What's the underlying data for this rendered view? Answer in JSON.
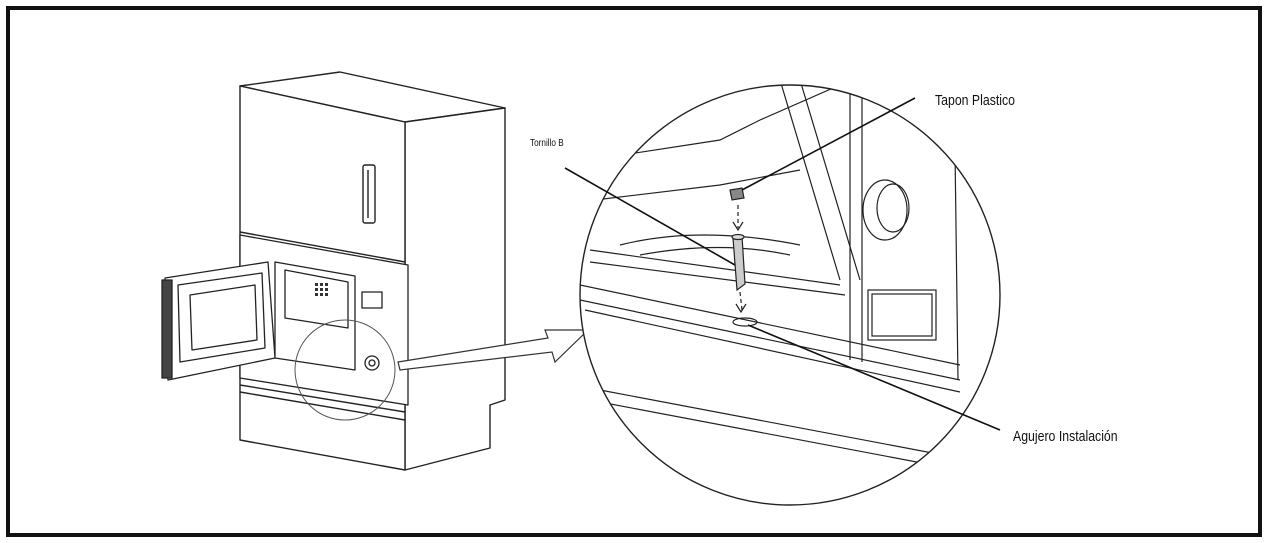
{
  "callouts": {
    "plastic_cap": "Tapon Plastico",
    "screw_b": "Tornillo B",
    "install_hole": "Agujero Instalación"
  },
  "colors": {
    "line": "#222222",
    "border": "#111111",
    "background": "#ffffff"
  }
}
